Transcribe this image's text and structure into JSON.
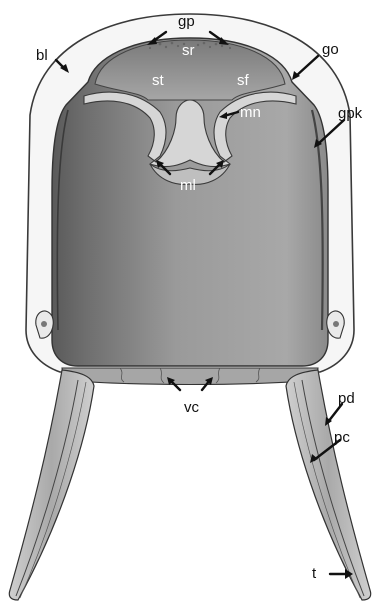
{
  "labels": {
    "gp": "gp",
    "bl": "bl",
    "sr": "sr",
    "st": "st",
    "sf": "sf",
    "go": "go",
    "mn": "mn",
    "gpk": "gpk",
    "ml": "ml",
    "vc": "vc",
    "pd": "pd",
    "pc": "pc",
    "t": "t"
  },
  "colors": {
    "outline": "#3a3a3a",
    "bell_fill": "#f4f4f4",
    "body_light": "#b8b8b8",
    "body_mid": "#8f8f8f",
    "body_dark": "#5e5e5e",
    "pedalia": "#bdbdbd"
  }
}
